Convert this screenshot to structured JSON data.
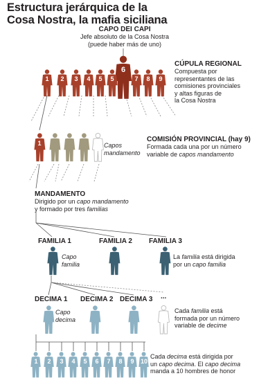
{
  "title": [
    "Estructura jerárquica de la",
    "Cosa Nostra, la mafia siciliana"
  ],
  "capo_dei_capi": {
    "heading": "CAPO DEI CAPI",
    "lines": [
      "Jefe absoluto de la Cosa Nostra",
      "(puede haber más de uno)"
    ],
    "number": "6"
  },
  "cupula": {
    "heading": "CÚPULA REGIONAL",
    "lines": [
      "Compuesta por",
      "representantes de las",
      "comisiones provinciales",
      "y altas figuras de",
      "la Cosa Nostra"
    ],
    "numbers": [
      "1",
      "2",
      "3",
      "4",
      "5",
      "7",
      "8",
      "9"
    ]
  },
  "comision": {
    "heading": "COMISIÓN PROVINCIAL (hay 9)",
    "line1": "Formada cada una por un número",
    "line2_prefix": "variable de ",
    "line2_italic": "capos mandamento",
    "figure_label": [
      "Capos",
      "mandamento"
    ],
    "number": "1"
  },
  "mandamento": {
    "heading": "MANDAMENTO",
    "line1_prefix": "Dirigido por un ",
    "line1_italic": "capo mandamento",
    "line2_prefix": "y formado por tres ",
    "line2_italic": "familias"
  },
  "familias": {
    "labels": [
      "FAMILIA 1",
      "FAMILIA 2",
      "FAMILIA 3"
    ],
    "figure_label": [
      "Capo",
      "familia"
    ],
    "desc_line1_prefix": "La ",
    "desc_line1_italic": "familia",
    "desc_line1_suffix": " está dirigida",
    "desc_line2_prefix": "por un ",
    "desc_line2_italic": "capo familia"
  },
  "decimas": {
    "labels": [
      "DECIMA 1",
      "DECIMA 2",
      "DECIMA 3",
      "..."
    ],
    "figure_label": [
      "Capo",
      "decima"
    ],
    "desc_line1_prefix": "Cada ",
    "desc_line1_italic": "familia",
    "desc_line1_suffix": " está",
    "desc_line2": "formada por un número",
    "desc_line3_prefix": "variable de ",
    "desc_line3_italic": "decime"
  },
  "hombres": {
    "numbers": [
      "1",
      "2",
      "3",
      "4",
      "5",
      "6",
      "7",
      "8",
      "9",
      "10"
    ],
    "desc_line1_prefix": "Cada ",
    "desc_line1_italic": "decima",
    "desc_line1_suffix": " está dirigida por",
    "desc_line2_prefix": "un ",
    "desc_line2_italic": "capo decima",
    "desc_line2_middle": ". El ",
    "desc_line2_italic2": "capo decima",
    "desc_line3": "manda a 10 hombres de honor"
  },
  "colors": {
    "red": "#a8412b",
    "red_dark": "#8e2f1c",
    "khaki": "#a29a7e",
    "blue_dark": "#3b6173",
    "blue_light": "#8db2c4",
    "outline": "#b8b8b8"
  }
}
